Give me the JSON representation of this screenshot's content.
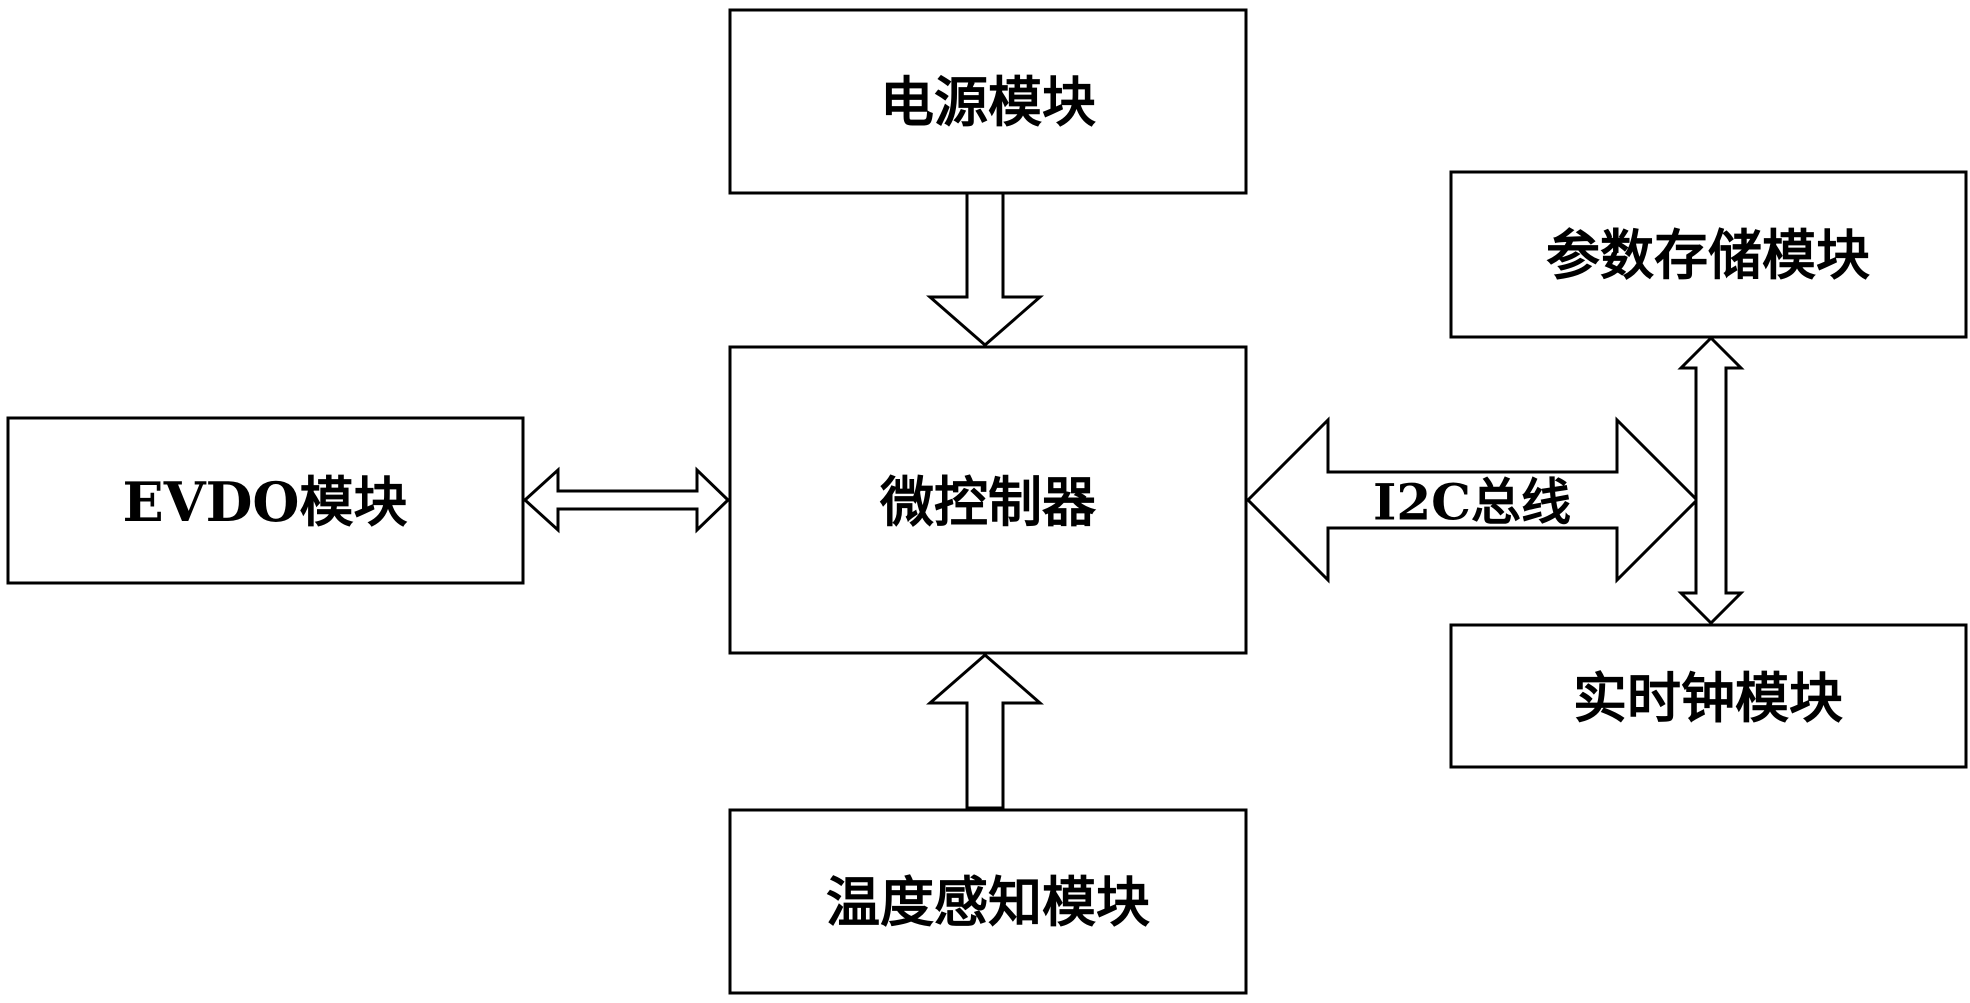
{
  "blocks": {
    "power_module": {
      "label": "电源模块"
    },
    "microcontroller": {
      "label": "微控制器"
    },
    "evdo_module": {
      "label": "EVDO模块"
    },
    "temperature_module": {
      "label": "温度感知模块"
    },
    "parameter_storage_module": {
      "label": "参数存储模块"
    },
    "rtc_module": {
      "label": "实时钟模块"
    }
  },
  "connections": {
    "i2c_bus": {
      "label": "I2C总线"
    }
  }
}
